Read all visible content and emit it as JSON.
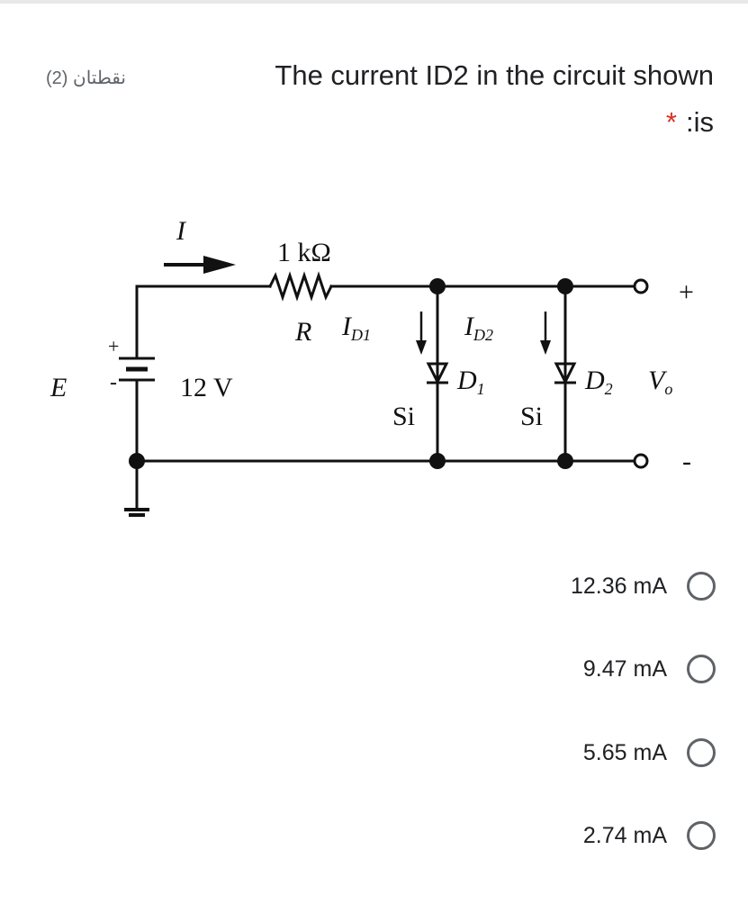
{
  "question": {
    "points": "نقطتان (2)",
    "title_line1": "The current ID2 in the circuit shown",
    "title_line2": ":is",
    "required_mark": "*"
  },
  "circuit": {
    "current_label": "I",
    "resistor_value": "1 kΩ",
    "resistor_name": "R",
    "id1_label": "I",
    "id1_sub": "D1",
    "id2_label": "I",
    "id2_sub": "D2",
    "source_name": "E",
    "source_value": "12 V",
    "plus_sign": "+",
    "minus_sign": "-",
    "d1_name": "D",
    "d1_sub": "1",
    "d2_name": "D",
    "d2_sub": "2",
    "d1_material": "Si",
    "d2_material": "Si",
    "vo_name": "V",
    "vo_sub": "o",
    "out_plus": "+",
    "out_minus": "-"
  },
  "options": [
    {
      "label": "12.36 mA",
      "selected": false
    },
    {
      "label": "9.47 mA",
      "selected": false
    },
    {
      "label": "5.65 mA",
      "selected": false
    },
    {
      "label": "2.74 mA",
      "selected": false
    }
  ],
  "colors": {
    "text": "#202124",
    "muted": "#5f6368",
    "required": "#d93025"
  }
}
